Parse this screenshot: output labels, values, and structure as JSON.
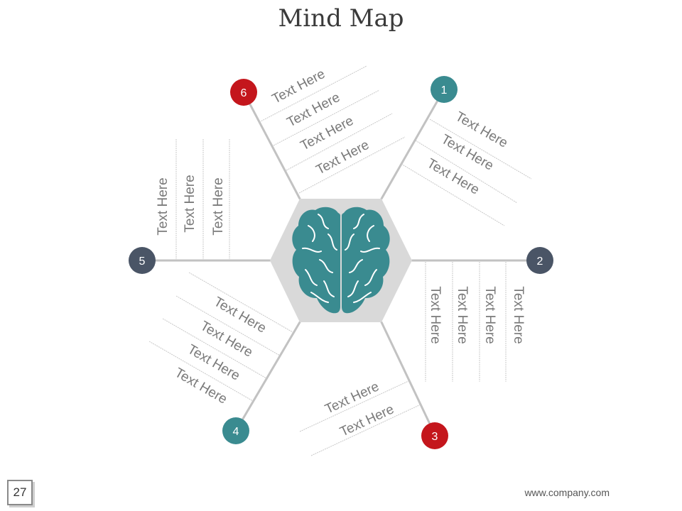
{
  "title": "Mind Map",
  "page_number": "27",
  "footer_url": "www.company.com",
  "colors": {
    "teal": "#3a8b90",
    "red": "#c4161c",
    "slate": "#4a5566",
    "hexagon": "#d9d9d9",
    "connector": "#c2c2c2",
    "text": "#7a7a7a"
  },
  "center_icon": "brain-icon",
  "nodes": [
    {
      "label": "1",
      "color": "#3a8b90",
      "texts": [
        "Text Here",
        "Text Here",
        "Text Here"
      ]
    },
    {
      "label": "2",
      "color": "#4a5566",
      "texts": [
        "Text Here",
        "Text Here",
        "Text Here",
        "Text Here"
      ]
    },
    {
      "label": "3",
      "color": "#c4161c",
      "texts": [
        "Text Here",
        "Text Here"
      ]
    },
    {
      "label": "4",
      "color": "#3a8b90",
      "texts": [
        "Text Here",
        "Text Here",
        "Text Here",
        "Text Here"
      ]
    },
    {
      "label": "5",
      "color": "#4a5566",
      "texts": [
        "Text Here",
        "Text Here",
        "Text Here"
      ]
    },
    {
      "label": "6",
      "color": "#c4161c",
      "texts": [
        "Text Here",
        "Text Here",
        "Text Here",
        "Text Here"
      ]
    }
  ]
}
